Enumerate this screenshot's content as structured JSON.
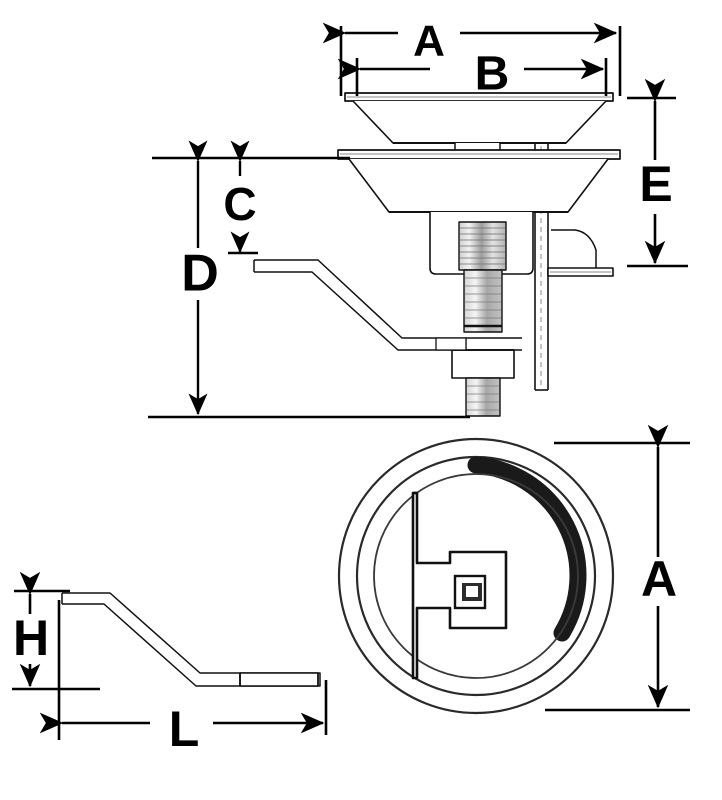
{
  "drawing": {
    "title": "Sink strainer waste assembly dimensional drawing",
    "background_color": "#ffffff",
    "line_color": "#000000",
    "part_outline_color": "#1a1a1a",
    "shade_color": "#b8b8b8",
    "views": [
      {
        "name": "side-section-view",
        "label": ""
      },
      {
        "name": "lever-detail-view",
        "label": ""
      },
      {
        "name": "top-plan-view",
        "label": ""
      }
    ]
  },
  "dimensions": {
    "a_top": {
      "label": "A",
      "orientation": "horizontal",
      "view": "side-section-view"
    },
    "b_top": {
      "label": "B",
      "orientation": "horizontal",
      "view": "side-section-view"
    },
    "c_left": {
      "label": "C",
      "orientation": "vertical",
      "view": "side-section-view"
    },
    "d_left": {
      "label": "D",
      "orientation": "vertical",
      "view": "side-section-view"
    },
    "e_right": {
      "label": "E",
      "orientation": "vertical",
      "view": "side-section-view"
    },
    "h_lever": {
      "label": "H",
      "orientation": "vertical",
      "view": "lever-detail-view"
    },
    "l_lever": {
      "label": "L",
      "orientation": "horizontal",
      "view": "lever-detail-view"
    },
    "a_plan": {
      "label": "A",
      "orientation": "vertical",
      "view": "top-plan-view"
    }
  }
}
